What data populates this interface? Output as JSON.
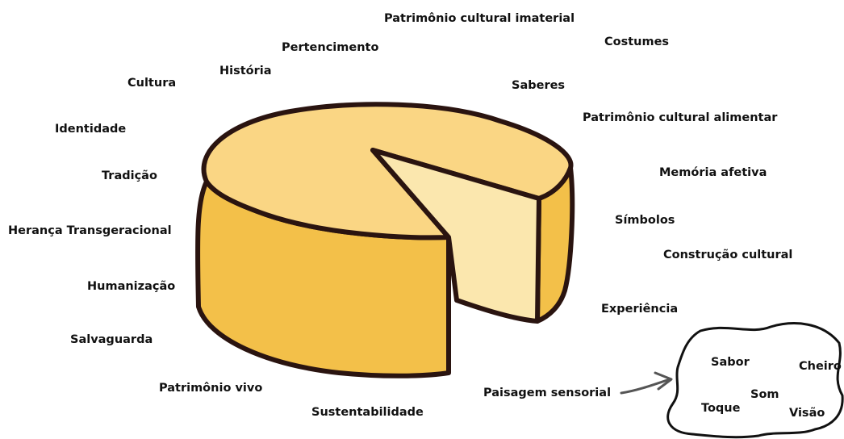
{
  "colors": {
    "cheese_top": "#FAD684",
    "cheese_side": "#F3C049",
    "cheese_cut": "#FBE7AE",
    "outline": "#2a1410",
    "text": "#111111"
  },
  "labels": {
    "imaterial": "Patrimônio cultural imaterial",
    "costumes": "Costumes",
    "pertencimento": "Pertencimento",
    "historia": "História",
    "cultura": "Cultura",
    "saberes": "Saberes",
    "alimentar": "Patrimônio cultural alimentar",
    "identidade": "Identidade",
    "memoria": "Memória afetiva",
    "tradicao": "Tradição",
    "simbolos": "Símbolos",
    "heranca": "Herança Transgeracional",
    "construcao": "Construção cultural",
    "humanizacao": "Humanização",
    "experiencia": "Experiência",
    "salvaguarda": "Salvaguarda",
    "vivo": "Patrimônio vivo",
    "sustentabilidade": "Sustentabilidade",
    "paisagem": "Paisagem sensorial"
  },
  "senses": {
    "sabor": "Sabor",
    "cheiro": "Cheiro",
    "som": "Som",
    "toque": "Toque",
    "visao": "Visão"
  }
}
